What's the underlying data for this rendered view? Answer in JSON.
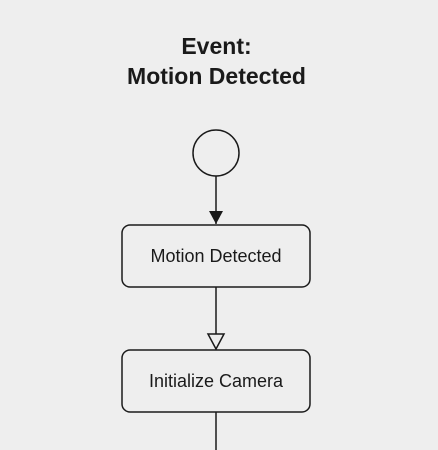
{
  "diagram": {
    "title_line1": "Event:",
    "title_line2": "Motion Detected",
    "nodes": [
      {
        "id": "start",
        "kind": "initial-state"
      },
      {
        "id": "motion",
        "kind": "action",
        "label": "Motion Detected"
      },
      {
        "id": "camera",
        "kind": "action",
        "label": "Initialize Camera"
      }
    ],
    "edges": [
      {
        "from": "start",
        "to": "motion",
        "arrow": "filled"
      },
      {
        "from": "motion",
        "to": "camera",
        "arrow": "hollow"
      },
      {
        "from": "camera",
        "to": "",
        "arrow": "none"
      }
    ],
    "colors": {
      "background": "#eeeeee",
      "stroke": "#1a1a1a",
      "node_fill": "#eeeeee"
    }
  }
}
